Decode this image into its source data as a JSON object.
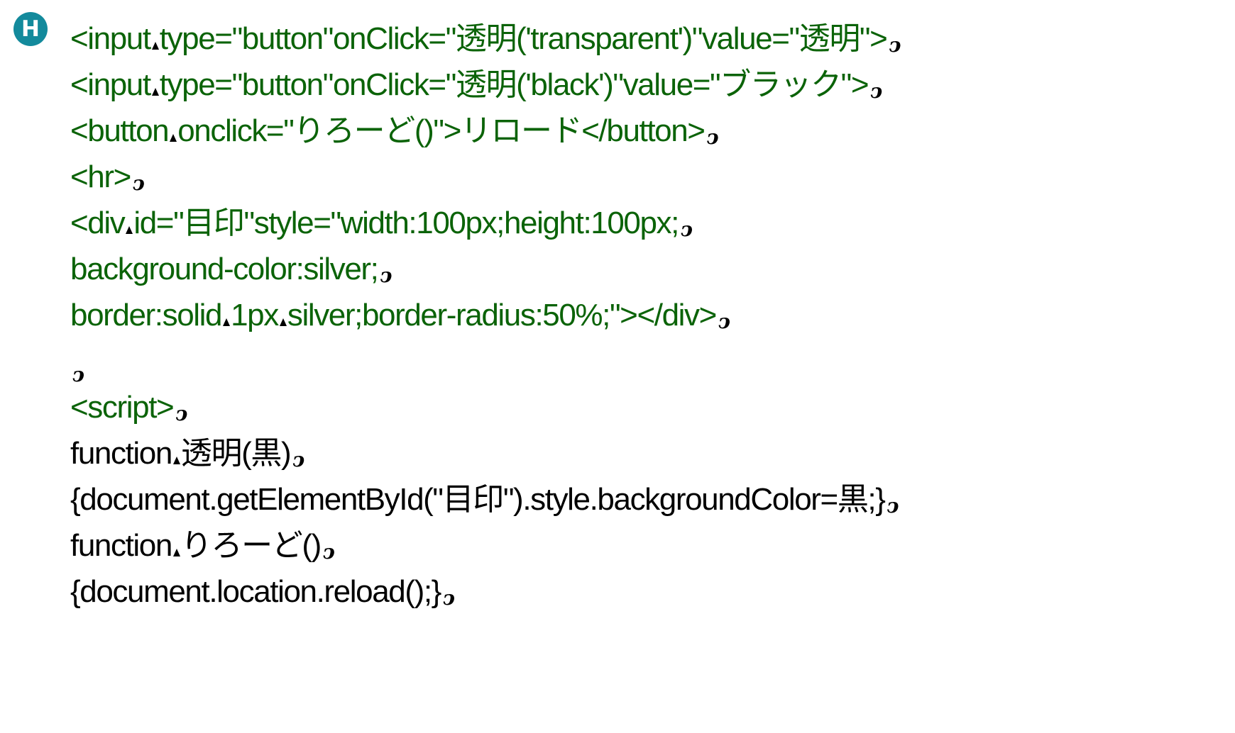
{
  "editor": {
    "mode_badge": "H",
    "line_end_glyph": "ↄ"
  },
  "colors": {
    "html_text": "#0b6308",
    "script_text": "#000000",
    "mode_badge": "#138a9c",
    "background": "#ffffff"
  },
  "code_lines": [
    {
      "segments": [
        "<input",
        "type=\"button\"onClick=\"透明('transparent')\"value=\"透明\">"
      ],
      "color": "green"
    },
    {
      "segments": [
        "<input",
        "type=\"button\"onClick=\"透明('black')\"value=\"ブラック\">"
      ],
      "color": "green"
    },
    {
      "segments": [
        "<button",
        "onclick=\"りろーど()\">リロード</button>"
      ],
      "color": "green"
    },
    {
      "segments": [
        "<hr>"
      ],
      "color": "green"
    },
    {
      "segments": [
        "<div",
        "id=\"目印\"style=\"width:100px;height:100px;"
      ],
      "color": "green"
    },
    {
      "segments": [
        "background-color:silver;"
      ],
      "color": "green"
    },
    {
      "segments": [
        "border:solid",
        "1px",
        "silver;border-radius:50%;\"></div>"
      ],
      "color": "green"
    },
    {
      "segments": [
        ""
      ],
      "color": "black"
    },
    {
      "segments": [
        "<script>"
      ],
      "color": "green"
    },
    {
      "segments": [
        "function",
        "透明(黒)"
      ],
      "color": "black"
    },
    {
      "segments": [
        "{document.getElementById(\"目印\").style.backgroundColor=黒;}"
      ],
      "color": "black"
    },
    {
      "segments": [
        "function",
        "りろーど()"
      ],
      "color": "black"
    },
    {
      "segments": [
        "{document.location.reload();}"
      ],
      "color": "black"
    }
  ]
}
